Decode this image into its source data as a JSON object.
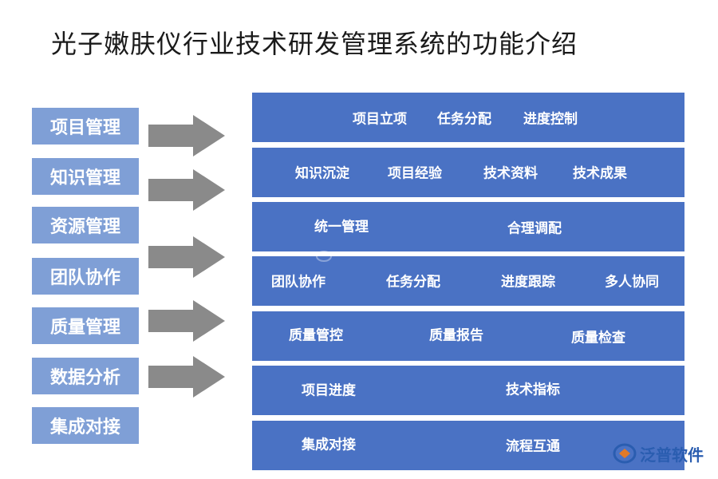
{
  "title": "光子嫩肤仪行业技术研发管理系统的功能介绍",
  "categories": [
    {
      "label": "项目管理",
      "items": [
        "项目立项",
        "任务分配",
        "进度控制"
      ]
    },
    {
      "label": "知识管理",
      "items": [
        "知识沉淀",
        "项目经验",
        "技术资料",
        "技术成果"
      ]
    },
    {
      "label": "资源管理",
      "items": [
        "统一管理",
        "合理调配"
      ]
    },
    {
      "label": "团队协作",
      "items": [
        "团队协作",
        "任务分配",
        "进度跟踪",
        "多人协同"
      ]
    },
    {
      "label": "质量管理",
      "items": [
        "质量管控",
        "质量报告",
        "质量检查"
      ]
    },
    {
      "label": "数据分析",
      "items": [
        "项目进度",
        "技术指标"
      ]
    },
    {
      "label": "集成对接",
      "items": [
        "集成对接",
        "流程互通"
      ]
    }
  ],
  "logo": {
    "text": "泛普软件",
    "icon": "fanpu-logo-icon"
  },
  "colors": {
    "left_box": "#7f9fd6",
    "row": "#4a72c4",
    "arrow": "#8a8a8a",
    "logo": "#2a5db0"
  }
}
